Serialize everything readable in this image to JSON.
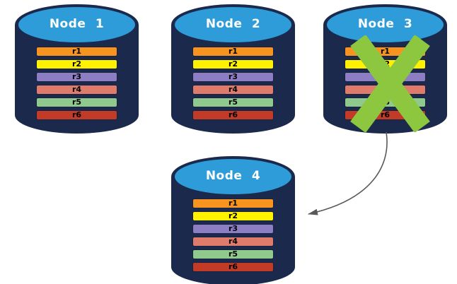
{
  "palette": {
    "cylinder_body": "#1B2A4C",
    "cylinder_top": "#2D9CD8",
    "bar_border": "#16223F",
    "failure_x_green": "#8DC63F",
    "arrow_gray": "#595959"
  },
  "replicas": [
    {
      "label": "r1",
      "color": "#F79420"
    },
    {
      "label": "r2",
      "color": "#FEF200"
    },
    {
      "label": "r3",
      "color": "#8D7DC3"
    },
    {
      "label": "r4",
      "color": "#DF7B6B"
    },
    {
      "label": "r5",
      "color": "#8FC98B"
    },
    {
      "label": "r6",
      "color": "#C23B26"
    }
  ],
  "nodes": [
    {
      "id": "node-1",
      "label": "Node 1",
      "failed": false
    },
    {
      "id": "node-2",
      "label": "Node 2",
      "failed": false
    },
    {
      "id": "node-3",
      "label": "Node 3",
      "failed": true
    },
    {
      "id": "node-4",
      "label": "Node 4",
      "failed": false
    }
  ],
  "arrow": {
    "from": "node-3",
    "to": "node-4"
  }
}
